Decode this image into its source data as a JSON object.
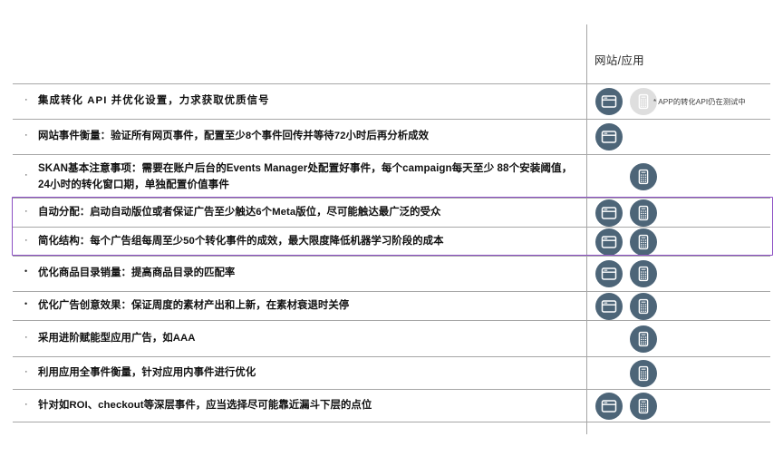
{
  "header": {
    "column_label": "网站/应用"
  },
  "footnote": {
    "text": "* APP的转化API仍在测试中"
  },
  "colors": {
    "icon_active": "#4d6578",
    "icon_disabled": "#dedede",
    "highlight_border": "#8c4fc4",
    "rule": "#a6a6a6"
  },
  "rows": [
    {
      "bullet": "·",
      "bullet_style": "small",
      "text": "集成转化 API  并优化设置，力求获取优质信号",
      "text_style": "spaced",
      "icons": [
        "web-icon",
        "phone-icon-disabled"
      ],
      "has_footnote": true,
      "height": 39,
      "highlighted": false
    },
    {
      "bullet": "·",
      "bullet_style": "small",
      "text": "网站事件衡量：验证所有网页事件，配置至少8个事件回传并等待72小时后再分析成效",
      "text_style": "normal",
      "icons": [
        "web-icon"
      ],
      "has_footnote": false,
      "height": 39,
      "highlighted": false
    },
    {
      "bullet": "·",
      "bullet_style": "small",
      "text": "SKAN基本注意事项：需要在账户后台的Events Manager处配置好事件，每个campaign每天至少 88个安装阈值，24小时的转化窗口期，单独配置价值事件",
      "text_style": "loose",
      "icons": [
        "phone-icon"
      ],
      "has_footnote": false,
      "height": 48,
      "highlighted": false
    },
    {
      "bullet": "·",
      "bullet_style": "small",
      "text": "自动分配：启动自动版位或者保证广告至少触达6个Meta版位，尽可能触达最广泛的受众",
      "text_style": "normal",
      "icons": [
        "web-icon",
        "phone-icon"
      ],
      "has_footnote": false,
      "height": 32,
      "highlighted": true
    },
    {
      "bullet": "·",
      "bullet_style": "small",
      "text": "简化结构：每个广告组每周至少50个转化事件的成效，最大限度降低机器学习阶段的成本",
      "text_style": "normal",
      "icons": [
        "web-icon",
        "phone-icon"
      ],
      "has_footnote": false,
      "height": 32,
      "highlighted": true
    },
    {
      "bullet": "•",
      "bullet_style": "big",
      "text": "优化商品目录销量：提高商品目录的匹配率",
      "text_style": "normal",
      "icons": [
        "web-icon",
        "phone-icon"
      ],
      "has_footnote": false,
      "height": 39,
      "highlighted": false
    },
    {
      "bullet": "•",
      "bullet_style": "big",
      "text": "优化广告创意效果：保证周度的素材产出和上新，在素材衰退时关停",
      "text_style": "normal",
      "icons": [
        "web-icon",
        "phone-icon"
      ],
      "has_footnote": false,
      "height": 32,
      "highlighted": false
    },
    {
      "bullet": "·",
      "bullet_style": "small",
      "text": "采用进阶赋能型应用广告，如AAA",
      "text_style": "normal",
      "icons": [
        "phone-icon"
      ],
      "has_footnote": false,
      "height": 40,
      "highlighted": false
    },
    {
      "bullet": "·",
      "bullet_style": "small",
      "text": "利用应用全事件衡量，针对应用内事件进行优化",
      "text_style": "normal",
      "icons": [
        "phone-icon"
      ],
      "has_footnote": false,
      "height": 36,
      "highlighted": false
    },
    {
      "bullet": "·",
      "bullet_style": "small",
      "text": "针对如ROI、checkout等深层事件，应当选择尽可能靠近漏斗下层的点位",
      "text_style": "normal",
      "icons": [
        "web-icon",
        "phone-icon"
      ],
      "has_footnote": false,
      "height": 37,
      "highlighted": false
    }
  ]
}
